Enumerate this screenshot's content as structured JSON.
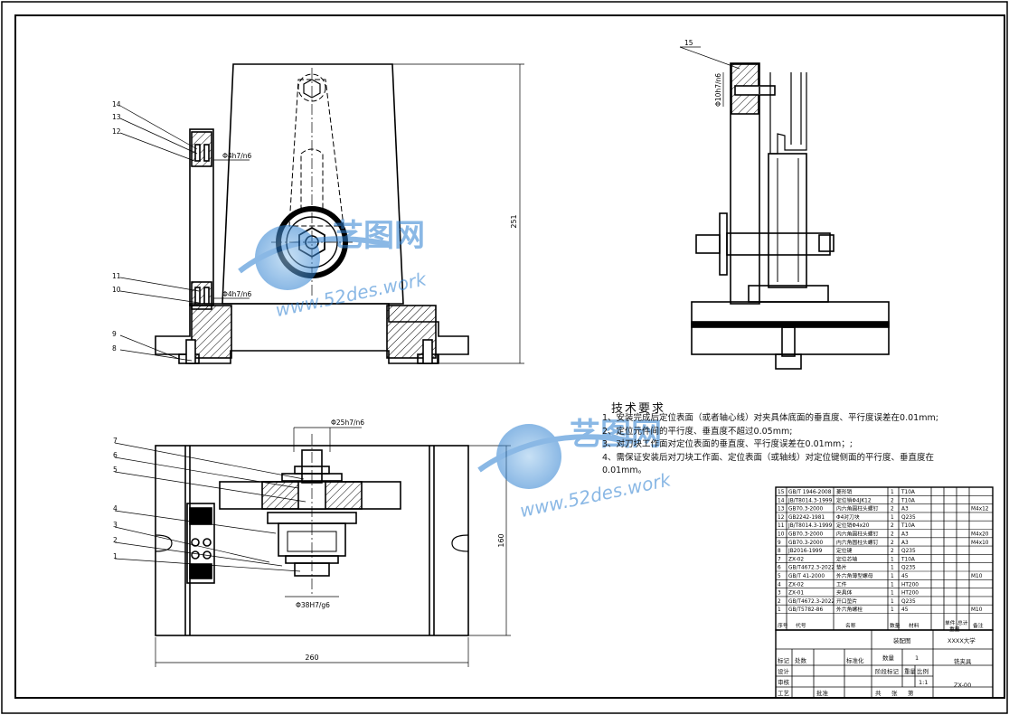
{
  "tech_requirements": {
    "title": "技术要求",
    "items": [
      "1、安装完成后定位表面（或者轴心线）对夹具体底面的垂直度、平行度误差在0.01mm;",
      "2、定位元件间的平行度、垂直度不超过0.05mm;",
      "3、对刀块工作面对定位表面的垂直度、平行度误差在0.01mm；;",
      "4、需保证安装后对刀块工作面、定位表面（或轴线）对定位键侧面的平行度、垂直度在0.01mm。"
    ]
  },
  "dimensions": {
    "fit_12": "Φ4h7/n6",
    "fit_11": "Φ4h7/n6",
    "height_251": "251",
    "fit_15": "Φ10h7/n6",
    "fit_top": "Φ25h7/n6",
    "fit_bottom": "Φ38H7/g6",
    "width_260": "260",
    "height_160": "160"
  },
  "balloons": [
    "1",
    "2",
    "3",
    "4",
    "5",
    "6",
    "7",
    "8",
    "9",
    "10",
    "11",
    "12",
    "13",
    "14",
    "15"
  ],
  "watermark": {
    "brand": "艺图网",
    "url": "www.52des.work"
  },
  "bom": [
    {
      "no": "15",
      "std": "GB/T 1946-2008",
      "name": "菱形销",
      "qty": "1",
      "mat": "T10A",
      "note": ""
    },
    {
      "no": "14",
      "std": "JB/T8014.3-1999",
      "name": "定位销Φ4JK12",
      "qty": "2",
      "mat": "T10A",
      "note": ""
    },
    {
      "no": "13",
      "std": "GB70.3-2000",
      "name": "内六角圆柱头螺钉",
      "qty": "2",
      "mat": "A3",
      "note": "M4x12"
    },
    {
      "no": "12",
      "std": "GB2242-1981",
      "name": "Φ4对刀块",
      "qty": "1",
      "mat": "Q235",
      "note": ""
    },
    {
      "no": "11",
      "std": "JB/T8014.3-1999",
      "name": "定位销Φ4x20",
      "qty": "2",
      "mat": "T10A",
      "note": ""
    },
    {
      "no": "10",
      "std": "GB70.3-2000",
      "name": "内六角圆柱头螺钉",
      "qty": "2",
      "mat": "A3",
      "note": "M4x20"
    },
    {
      "no": "9",
      "std": "GB70.3-2000",
      "name": "内六角圆柱头螺钉",
      "qty": "2",
      "mat": "A3",
      "note": "M4x10"
    },
    {
      "no": "8",
      "std": "JB2016-1999",
      "name": "定位键",
      "qty": "2",
      "mat": "Q235",
      "note": ""
    },
    {
      "no": "7",
      "std": "ZX-02",
      "name": "定位芯轴",
      "qty": "1",
      "mat": "T10A",
      "note": ""
    },
    {
      "no": "6",
      "std": "GB/T4672.3-2022",
      "name": "垫片",
      "qty": "1",
      "mat": "Q235",
      "note": ""
    },
    {
      "no": "5",
      "std": "GB/T 41-2000",
      "name": "外六角薄型螺母",
      "qty": "1",
      "mat": "45",
      "note": "M10"
    },
    {
      "no": "4",
      "std": "ZX-02",
      "name": "工件",
      "qty": "1",
      "mat": "HT200",
      "note": ""
    },
    {
      "no": "3",
      "std": "ZX-01",
      "name": "夹具体",
      "qty": "1",
      "mat": "HT200",
      "note": ""
    },
    {
      "no": "2",
      "std": "GB/T4672.3-2022",
      "name": "开口垫片",
      "qty": "1",
      "mat": "Q235",
      "note": ""
    },
    {
      "no": "1",
      "std": "GB/T5782-86",
      "name": "外六角螺栓",
      "qty": "1",
      "mat": "45",
      "note": "M10"
    }
  ],
  "bom_header": {
    "no": "序号",
    "std": "代号",
    "name": "名称",
    "qty": "数量",
    "mat": "材料",
    "unit_mass": "单件",
    "total_mass": "总计",
    "mass": "重量",
    "note": "备注"
  },
  "title_block": {
    "drawing": "装配图",
    "school": "XXXX大学",
    "part_name": "铣夹具",
    "drawing_no": "ZX-00",
    "qty_label": "数量",
    "qty": "1",
    "stage_label": "阶段标记",
    "weight_label": "重量",
    "scale_label": "比例",
    "scale": "1:1",
    "designer": "设计",
    "checker": "审核",
    "approver": "批准",
    "process": "工艺",
    "mark": "标记",
    "zone": "处数",
    "std_label": "标准化",
    "sheet_total": "共",
    "sheet": "张",
    "sheet_no": "第"
  }
}
